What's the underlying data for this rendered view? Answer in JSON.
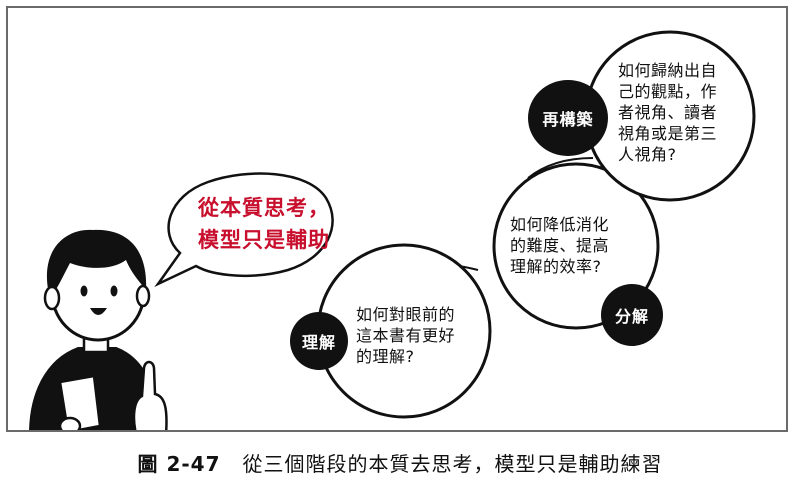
{
  "speech_bubble": {
    "line1": "從本質思考，",
    "line2": "模型只是輔助",
    "text_color": "#c8102e"
  },
  "stages": [
    {
      "badge": "理解",
      "lines": [
        "如何對眼前的",
        "這本書有更好",
        "的理解?"
      ]
    },
    {
      "badge": "分解",
      "lines": [
        "如何降低消化",
        "的難度、提高",
        "理解的效率?"
      ]
    },
    {
      "badge": "再構築",
      "lines": [
        "如何歸納出自",
        "己的觀點，作",
        "者視角、讀者",
        "視角或是第三",
        "人視角?"
      ]
    }
  ],
  "caption": {
    "figure_number": "圖 2-47",
    "text": "從三個階段的本質去思考，模型只是輔助練習"
  },
  "colors": {
    "ink": "#111111",
    "frame": "#6a6a6a",
    "skin": "#ffffff"
  }
}
